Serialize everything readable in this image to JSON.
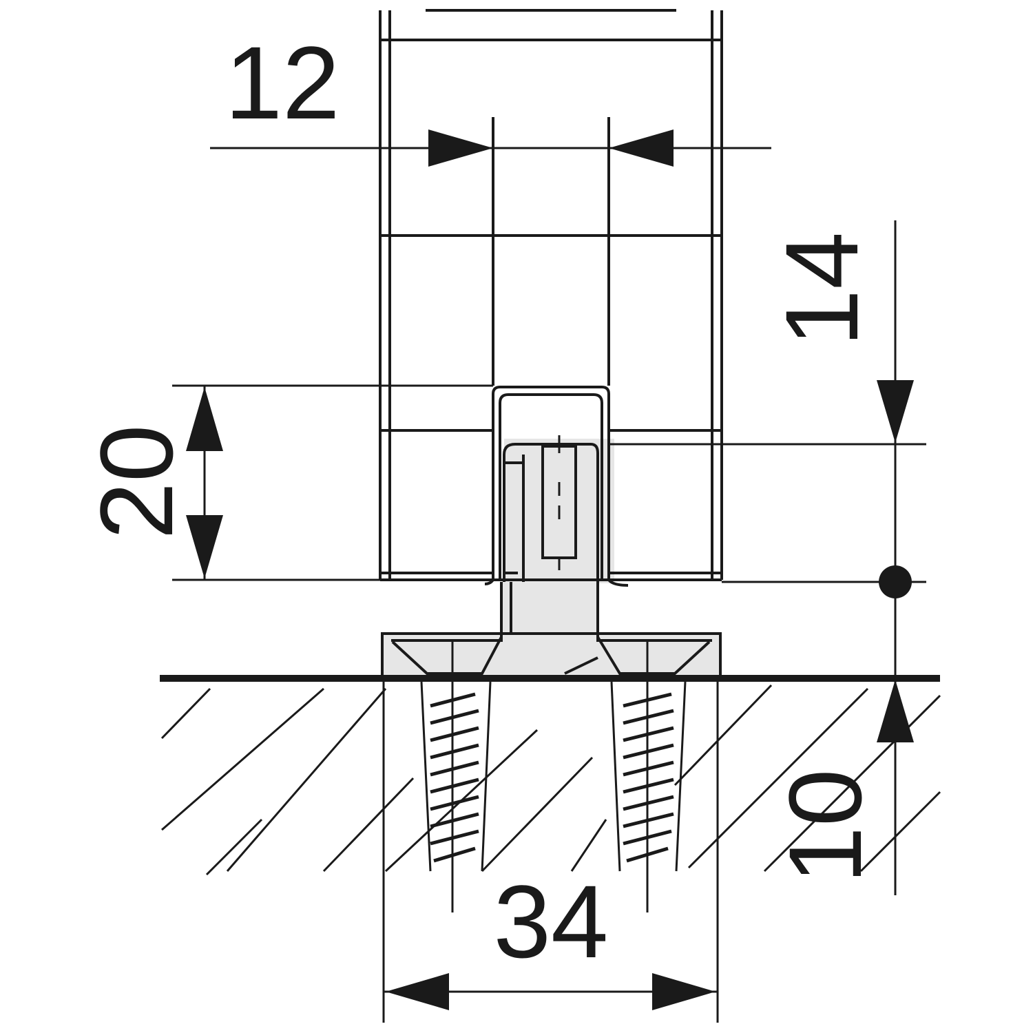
{
  "diagram": {
    "dimensions": {
      "width_top": "12",
      "height_left": "20",
      "height_right_top": "14",
      "height_right_bottom": "10",
      "width_bottom": "34"
    },
    "colors": {
      "line": "#1a1a1a",
      "fill_part": "#e6e6e6",
      "background": "#ffffff"
    }
  }
}
